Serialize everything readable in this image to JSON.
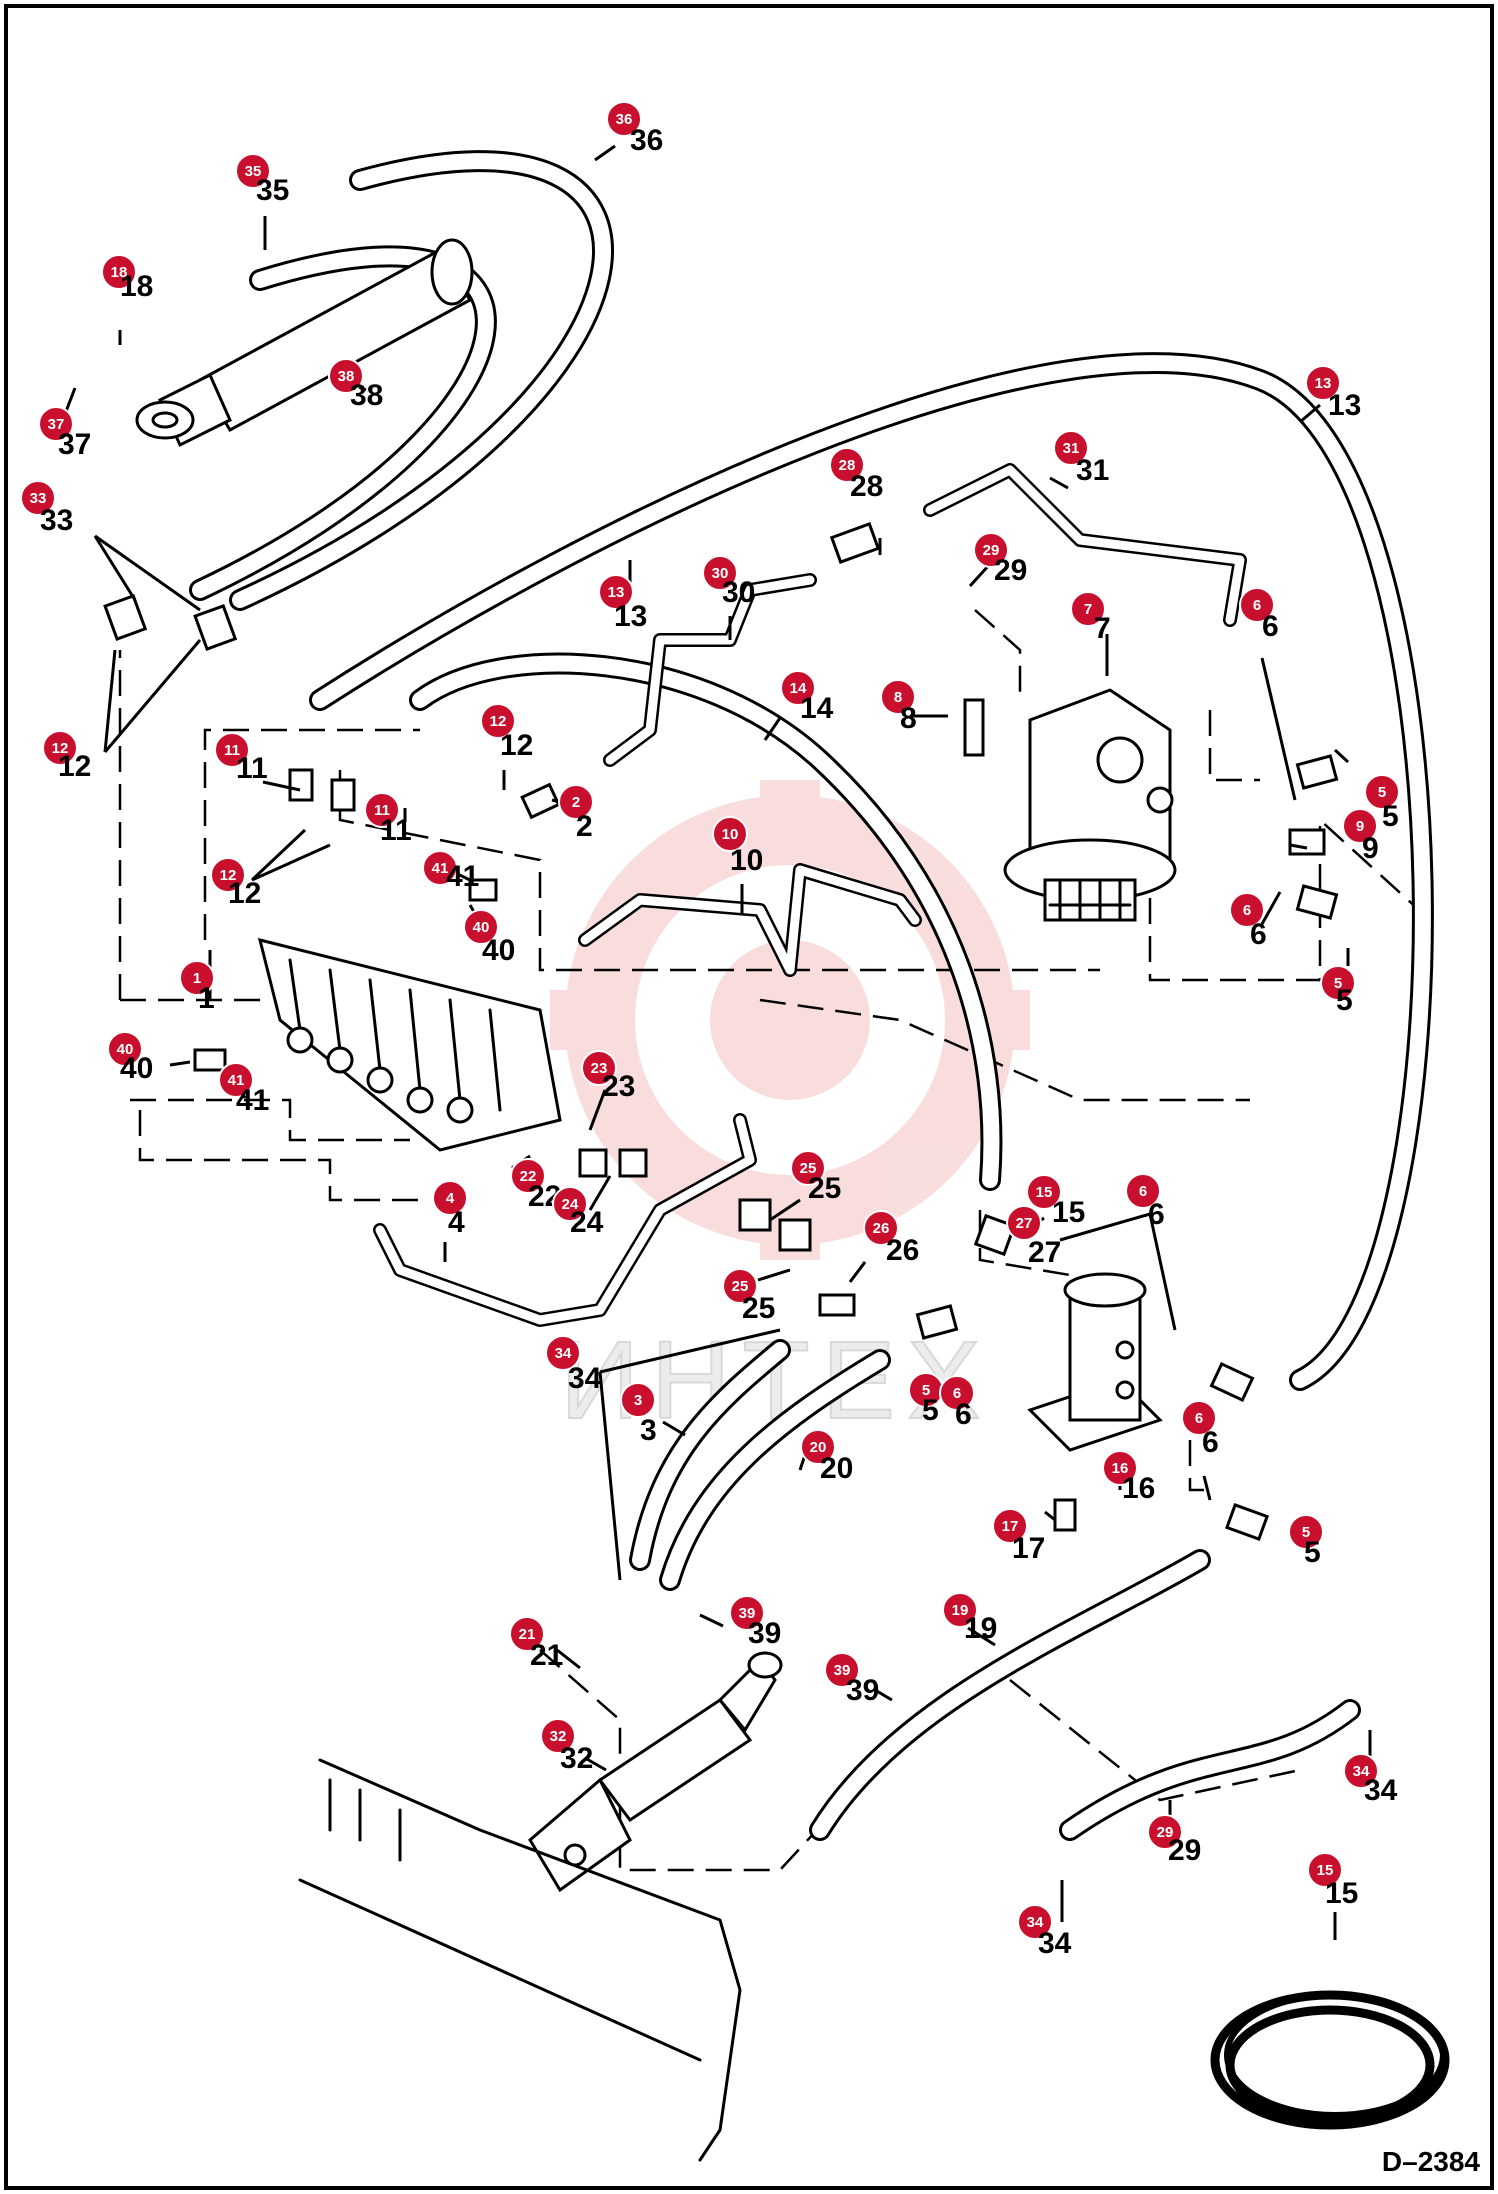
{
  "drawing": {
    "id": "D–2384",
    "watermark": "ИНТЕХ"
  },
  "callouts": [
    {
      "n": "1"
    },
    {
      "n": "2"
    },
    {
      "n": "3"
    },
    {
      "n": "4"
    },
    {
      "n": "5"
    },
    {
      "n": "5"
    },
    {
      "n": "5"
    },
    {
      "n": "5"
    },
    {
      "n": "6"
    },
    {
      "n": "6"
    },
    {
      "n": "6"
    },
    {
      "n": "6"
    },
    {
      "n": "6"
    },
    {
      "n": "7"
    },
    {
      "n": "8"
    },
    {
      "n": "9"
    },
    {
      "n": "10"
    },
    {
      "n": "11"
    },
    {
      "n": "11"
    },
    {
      "n": "12"
    },
    {
      "n": "12"
    },
    {
      "n": "12"
    },
    {
      "n": "13"
    },
    {
      "n": "13"
    },
    {
      "n": "14"
    },
    {
      "n": "15"
    },
    {
      "n": "15"
    },
    {
      "n": "16"
    },
    {
      "n": "17"
    },
    {
      "n": "18"
    },
    {
      "n": "19"
    },
    {
      "n": "20"
    },
    {
      "n": "21"
    },
    {
      "n": "22"
    },
    {
      "n": "23"
    },
    {
      "n": "24"
    },
    {
      "n": "25"
    },
    {
      "n": "25"
    },
    {
      "n": "26"
    },
    {
      "n": "27"
    },
    {
      "n": "28"
    },
    {
      "n": "29"
    },
    {
      "n": "29"
    },
    {
      "n": "30"
    },
    {
      "n": "31"
    },
    {
      "n": "32"
    },
    {
      "n": "33"
    },
    {
      "n": "34"
    },
    {
      "n": "34"
    },
    {
      "n": "34"
    },
    {
      "n": "35"
    },
    {
      "n": "36"
    },
    {
      "n": "37"
    },
    {
      "n": "38"
    },
    {
      "n": "39"
    },
    {
      "n": "39"
    },
    {
      "n": "40"
    },
    {
      "n": "40"
    },
    {
      "n": "41"
    },
    {
      "n": "41"
    }
  ],
  "colors": {
    "badge": "#c8102e",
    "watermark": "#f2b6b6",
    "line": "#000000",
    "background": "#ffffff"
  }
}
